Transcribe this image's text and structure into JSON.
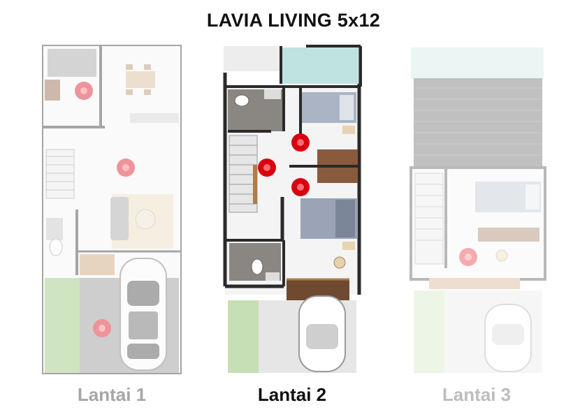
{
  "title": "LAVIA LIVING 5x12",
  "floors": [
    {
      "label": "Lantai 1",
      "selected": false
    },
    {
      "label": "Lantai 2",
      "selected": true
    },
    {
      "label": "Lantai 3",
      "selected": false
    }
  ],
  "colors": {
    "marker": "#d9000f",
    "wall": "#2a2a2a",
    "floor": "#f4f4f4",
    "bed": "#aab4c4",
    "wood": "#8a5a3c",
    "grass": "#8fbf6a",
    "roof": "#8a8a8a",
    "glass": "#bfe3e0"
  },
  "icons": [
    "car-icon",
    "bed-icon",
    "sofa-icon",
    "toilet-icon",
    "dining-table-icon",
    "stairs-icon",
    "location-marker-icon"
  ]
}
